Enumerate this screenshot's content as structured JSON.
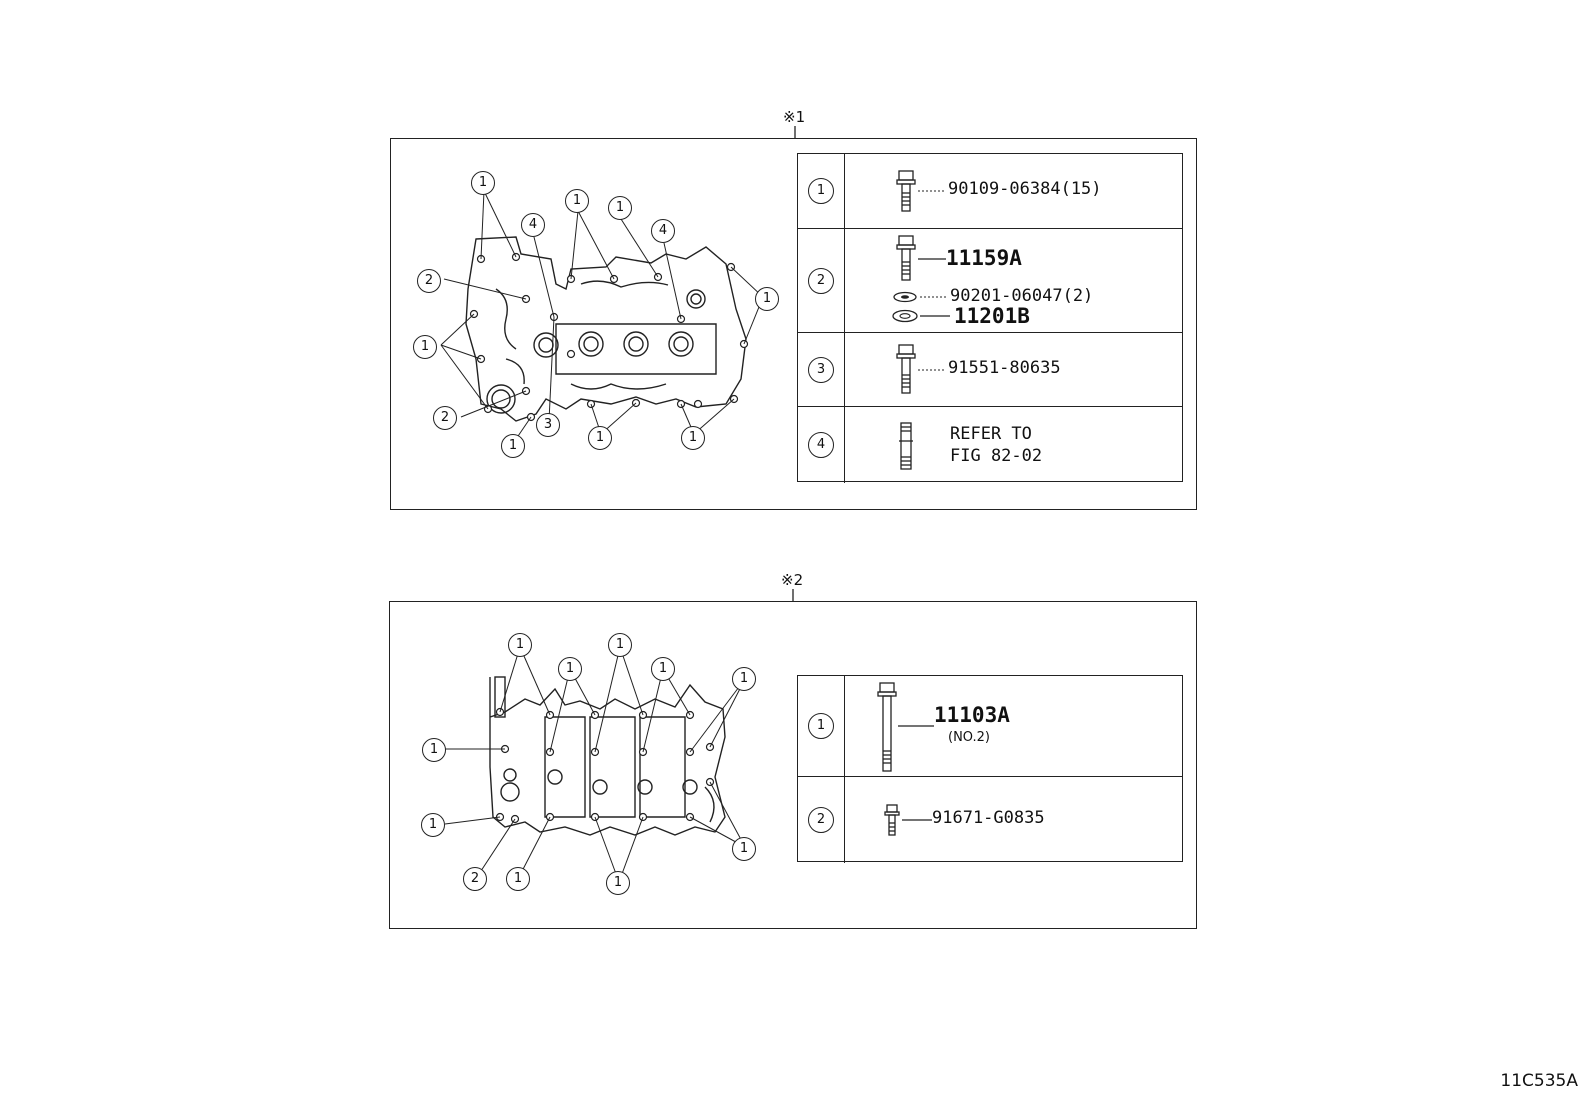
{
  "figure_code": "11C535A",
  "sections": [
    {
      "mark": "※1",
      "rows": [
        {
          "id": "1",
          "parts": [
            "90109-06384(15)"
          ]
        },
        {
          "id": "2",
          "parts": [
            "11159A",
            "90201-06047(2)",
            "11201B"
          ]
        },
        {
          "id": "3",
          "parts": [
            "91551-80635"
          ]
        },
        {
          "id": "4",
          "parts": [
            "REFER TO",
            "FIG 82-02"
          ]
        }
      ],
      "callouts": [
        "1",
        "4",
        "1",
        "1",
        "4",
        "1",
        "2",
        "1",
        "1",
        "2",
        "1",
        "3",
        "1",
        "1"
      ]
    },
    {
      "mark": "※2",
      "rows": [
        {
          "id": "1",
          "parts": [
            "11103A",
            "(NO.2)"
          ]
        },
        {
          "id": "2",
          "parts": [
            "91671-G0835"
          ]
        }
      ],
      "callouts": [
        "1",
        "1",
        "1",
        "1",
        "1",
        "1",
        "1",
        "1",
        "2",
        "1",
        "1"
      ]
    }
  ]
}
